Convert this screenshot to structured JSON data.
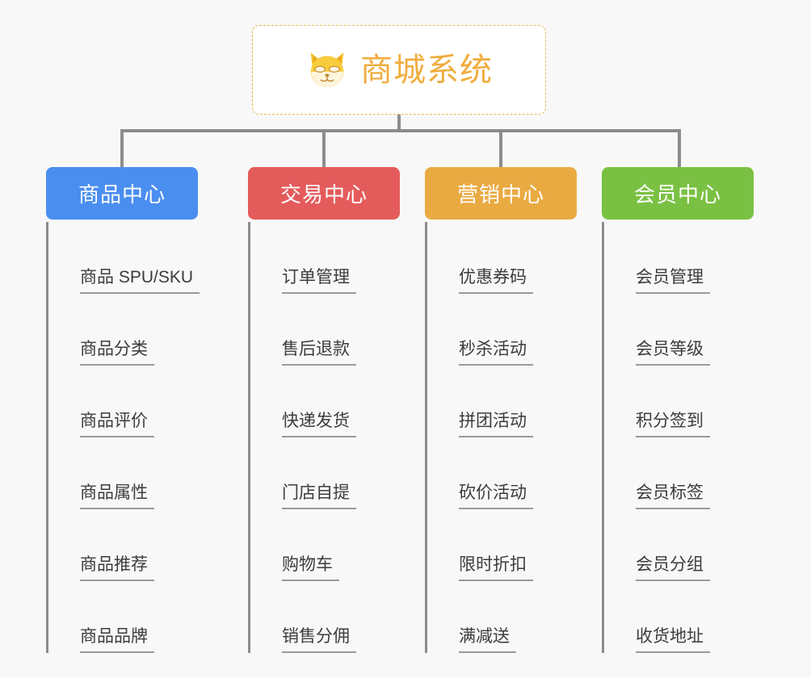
{
  "diagram": {
    "type": "org-chart",
    "background_color": "#f8f8f8",
    "connector_color": "#8c8c8c",
    "root": {
      "title": "商城系统",
      "icon": "shiba-dog-face-icon",
      "text_color": "#f0ad3e",
      "border_color": "#f0b445",
      "background_color": "#ffffff"
    },
    "columns": [
      {
        "id": "product-center",
        "label": "商品中心",
        "color": "#4a8ef0",
        "items": [
          "商品 SPU/SKU",
          "商品分类",
          "商品评价",
          "商品属性",
          "商品推荐",
          "商品品牌"
        ]
      },
      {
        "id": "trade-center",
        "label": "交易中心",
        "color": "#e45b5b",
        "items": [
          "订单管理",
          "售后退款",
          "快递发货",
          "门店自提",
          "购物车",
          "销售分佣"
        ]
      },
      {
        "id": "marketing-center",
        "label": "营销中心",
        "color": "#eaaa42",
        "items": [
          "优惠券码",
          "秒杀活动",
          "拼团活动",
          "砍价活动",
          "限时折扣",
          "满减送"
        ]
      },
      {
        "id": "member-center",
        "label": "会员中心",
        "color": "#7ac143",
        "items": [
          "会员管理",
          "会员等级",
          "积分签到",
          "会员标签",
          "会员分组",
          "收货地址"
        ]
      }
    ]
  }
}
